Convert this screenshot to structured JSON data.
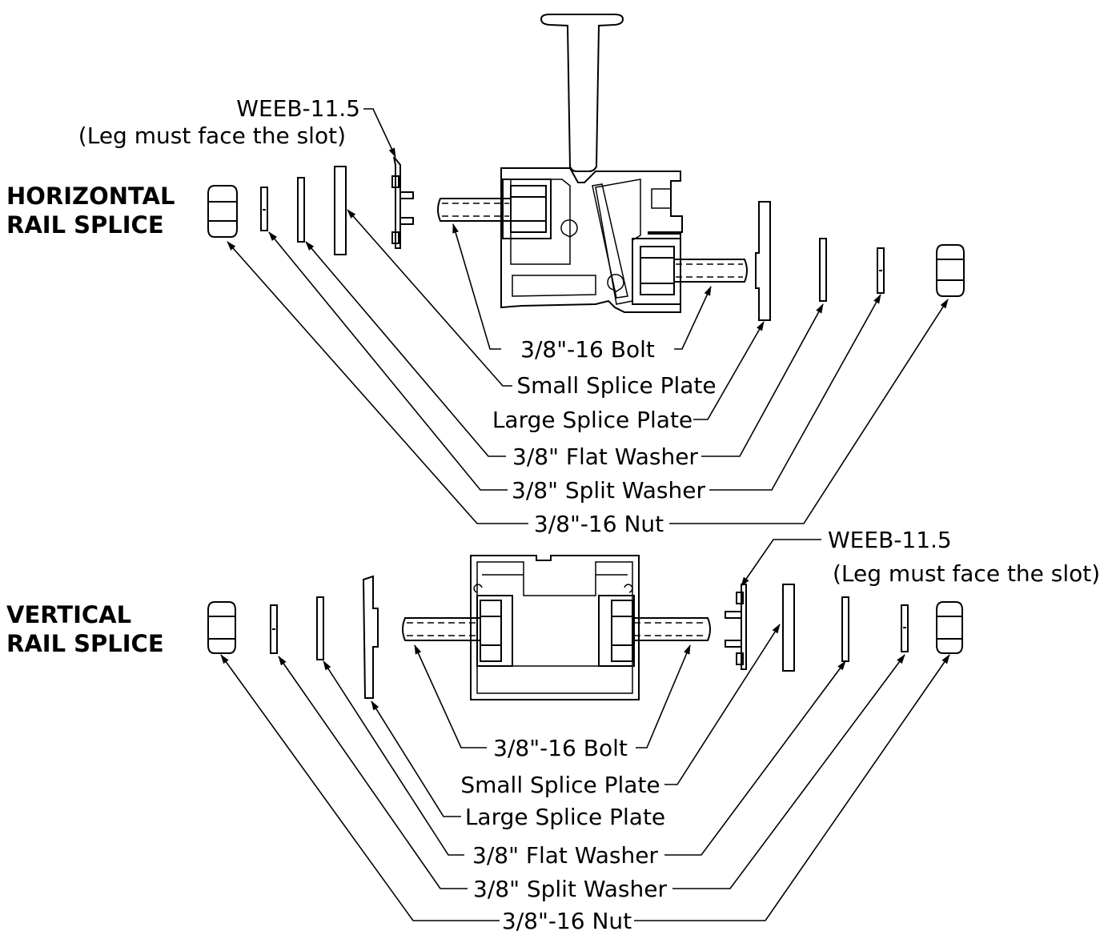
{
  "horizontal": {
    "title_line1": "HORIZONTAL",
    "title_line2": "RAIL SPLICE",
    "weeb_label": "WEEB-11.5",
    "weeb_note": "(Leg must face the slot)",
    "callouts": {
      "bolt": "3/8\"-16 Bolt",
      "small_plate": "Small Splice Plate",
      "large_plate": "Large Splice Plate",
      "flat_washer": "3/8\" Flat Washer",
      "split_washer": "3/8\" Split Washer",
      "nut": "3/8\"-16 Nut"
    }
  },
  "vertical": {
    "title_line1": "VERTICAL",
    "title_line2": "RAIL SPLICE",
    "weeb_label": "WEEB-11.5",
    "weeb_note": "(Leg must face the slot)",
    "callouts": {
      "bolt": "3/8\"-16 Bolt",
      "small_plate": "Small Splice Plate",
      "large_plate": "Large Splice Plate",
      "flat_washer": "3/8\" Flat Washer",
      "split_washer": "3/8\" Split Washer",
      "nut": "3/8\"-16 Nut"
    }
  },
  "colors": {
    "line": "#000000",
    "background": "#ffffff"
  }
}
